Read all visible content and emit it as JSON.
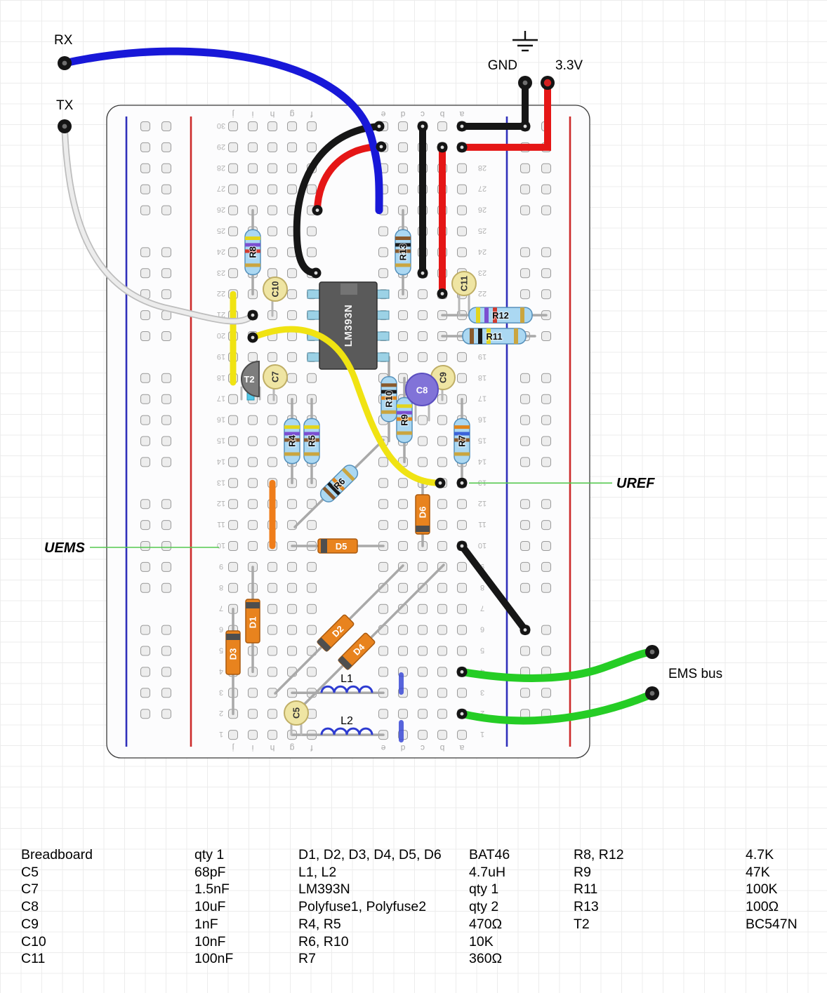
{
  "colors": {
    "wire_blue": "#1818d8",
    "wire_red": "#e51616",
    "wire_black": "#161616",
    "wire_yellow": "#f0e312",
    "wire_green": "#25cd25",
    "wire_orange": "#ef7d1a",
    "rail_red": "#cc2a2a",
    "rail_blue": "#3030bb",
    "callout": "#55c94f"
  },
  "labels": {
    "rx": "RX",
    "tx": "TX",
    "gnd": "GND",
    "v33": "3.3V",
    "uref": "UREF",
    "uems": "UEMS",
    "ems_bus": "EMS bus"
  },
  "board": {
    "row_count": 30,
    "column_letters": [
      "a",
      "b",
      "c",
      "d",
      "e",
      "f",
      "g",
      "h",
      "i",
      "j"
    ]
  },
  "components": {
    "ic1": {
      "label": "LM393N"
    },
    "t2": {
      "label": "T2"
    },
    "r4": {
      "label": "R4"
    },
    "r5": {
      "label": "R5"
    },
    "r6": {
      "label": "R6"
    },
    "r7": {
      "label": "R7"
    },
    "r8": {
      "label": "R8"
    },
    "r9": {
      "label": "R9"
    },
    "r10": {
      "label": "R10"
    },
    "r11": {
      "label": "R11"
    },
    "r12": {
      "label": "R12"
    },
    "r13": {
      "label": "R13"
    },
    "c5": {
      "label": "C5"
    },
    "c7": {
      "label": "C7"
    },
    "c8": {
      "label": "C8"
    },
    "c9": {
      "label": "C9"
    },
    "c10": {
      "label": "C10"
    },
    "c11": {
      "label": "C11"
    },
    "d1": {
      "label": "D1"
    },
    "d2": {
      "label": "D2"
    },
    "d3": {
      "label": "D3"
    },
    "d4": {
      "label": "D4"
    },
    "d5": {
      "label": "D5"
    },
    "d6": {
      "label": "D6"
    },
    "l1": {
      "label": "L1"
    },
    "l2": {
      "label": "L2"
    }
  },
  "parts_list": {
    "rows": [
      [
        "Breadboard",
        "qty 1",
        "D1, D2, D3, D4, D5, D6",
        "BAT46",
        "R8, R12",
        "4.7K"
      ],
      [
        "C5",
        "68pF",
        "L1, L2",
        "4.7uH",
        "R9",
        "47K"
      ],
      [
        "C7",
        "1.5nF",
        "LM393N",
        "qty 1",
        "R11",
        "100K"
      ],
      [
        "C8",
        "10uF",
        "Polyfuse1, Polyfuse2",
        "qty 2",
        "R13",
        "100Ω"
      ],
      [
        "C9",
        "1nF",
        "R4, R5",
        "470Ω",
        "T2",
        "BC547N"
      ],
      [
        "C10",
        "10nF",
        "R6, R10",
        "10K",
        "",
        ""
      ],
      [
        "C11",
        "100nF",
        "R7",
        "360Ω",
        "",
        ""
      ]
    ]
  }
}
